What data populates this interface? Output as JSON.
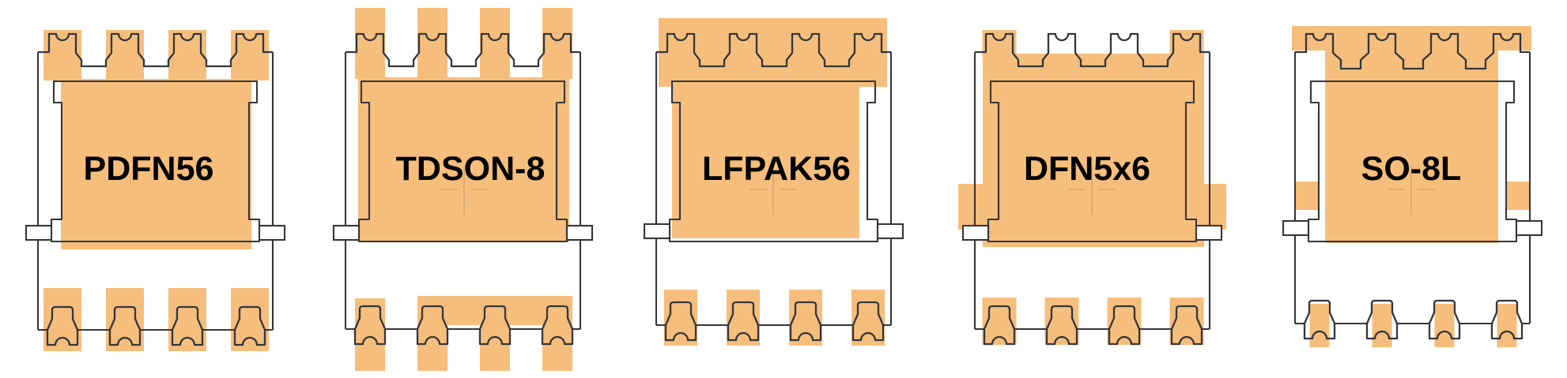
{
  "diagram": {
    "background": "#ffffff",
    "highlight_color": "#F6BE7C",
    "outline_color": "#34363C",
    "label_color": "#000000",
    "center_mark_color": "#A98B5F",
    "packages": [
      {
        "id": "pdfn56",
        "label": "PDFN56",
        "highlights": [
          "four top lead pads",
          "thermal pad square",
          "four bottom lead pads"
        ]
      },
      {
        "id": "tdson8",
        "label": "TDSON-8",
        "highlights": [
          "four tall top lead strips",
          "thermal pad",
          "four bottom lead strips",
          "bottom bar joining leads 2-4"
        ]
      },
      {
        "id": "lfpak56",
        "label": "LFPAK56",
        "highlights": [
          "full-width top copper block",
          "thermal pad",
          "four bottom lead pads"
        ]
      },
      {
        "id": "dfn5x6",
        "label": "DFN5x6",
        "highlights": [
          "corner top lead pads only",
          "oversized thermal pad",
          "left and right side ears",
          "four bottom lead pads"
        ]
      },
      {
        "id": "so8l",
        "label": "SO-8L",
        "highlights": [
          "top copper bar",
          "inset thermal pad",
          "left and right side squares",
          "narrow bottom lead pads"
        ]
      }
    ]
  }
}
